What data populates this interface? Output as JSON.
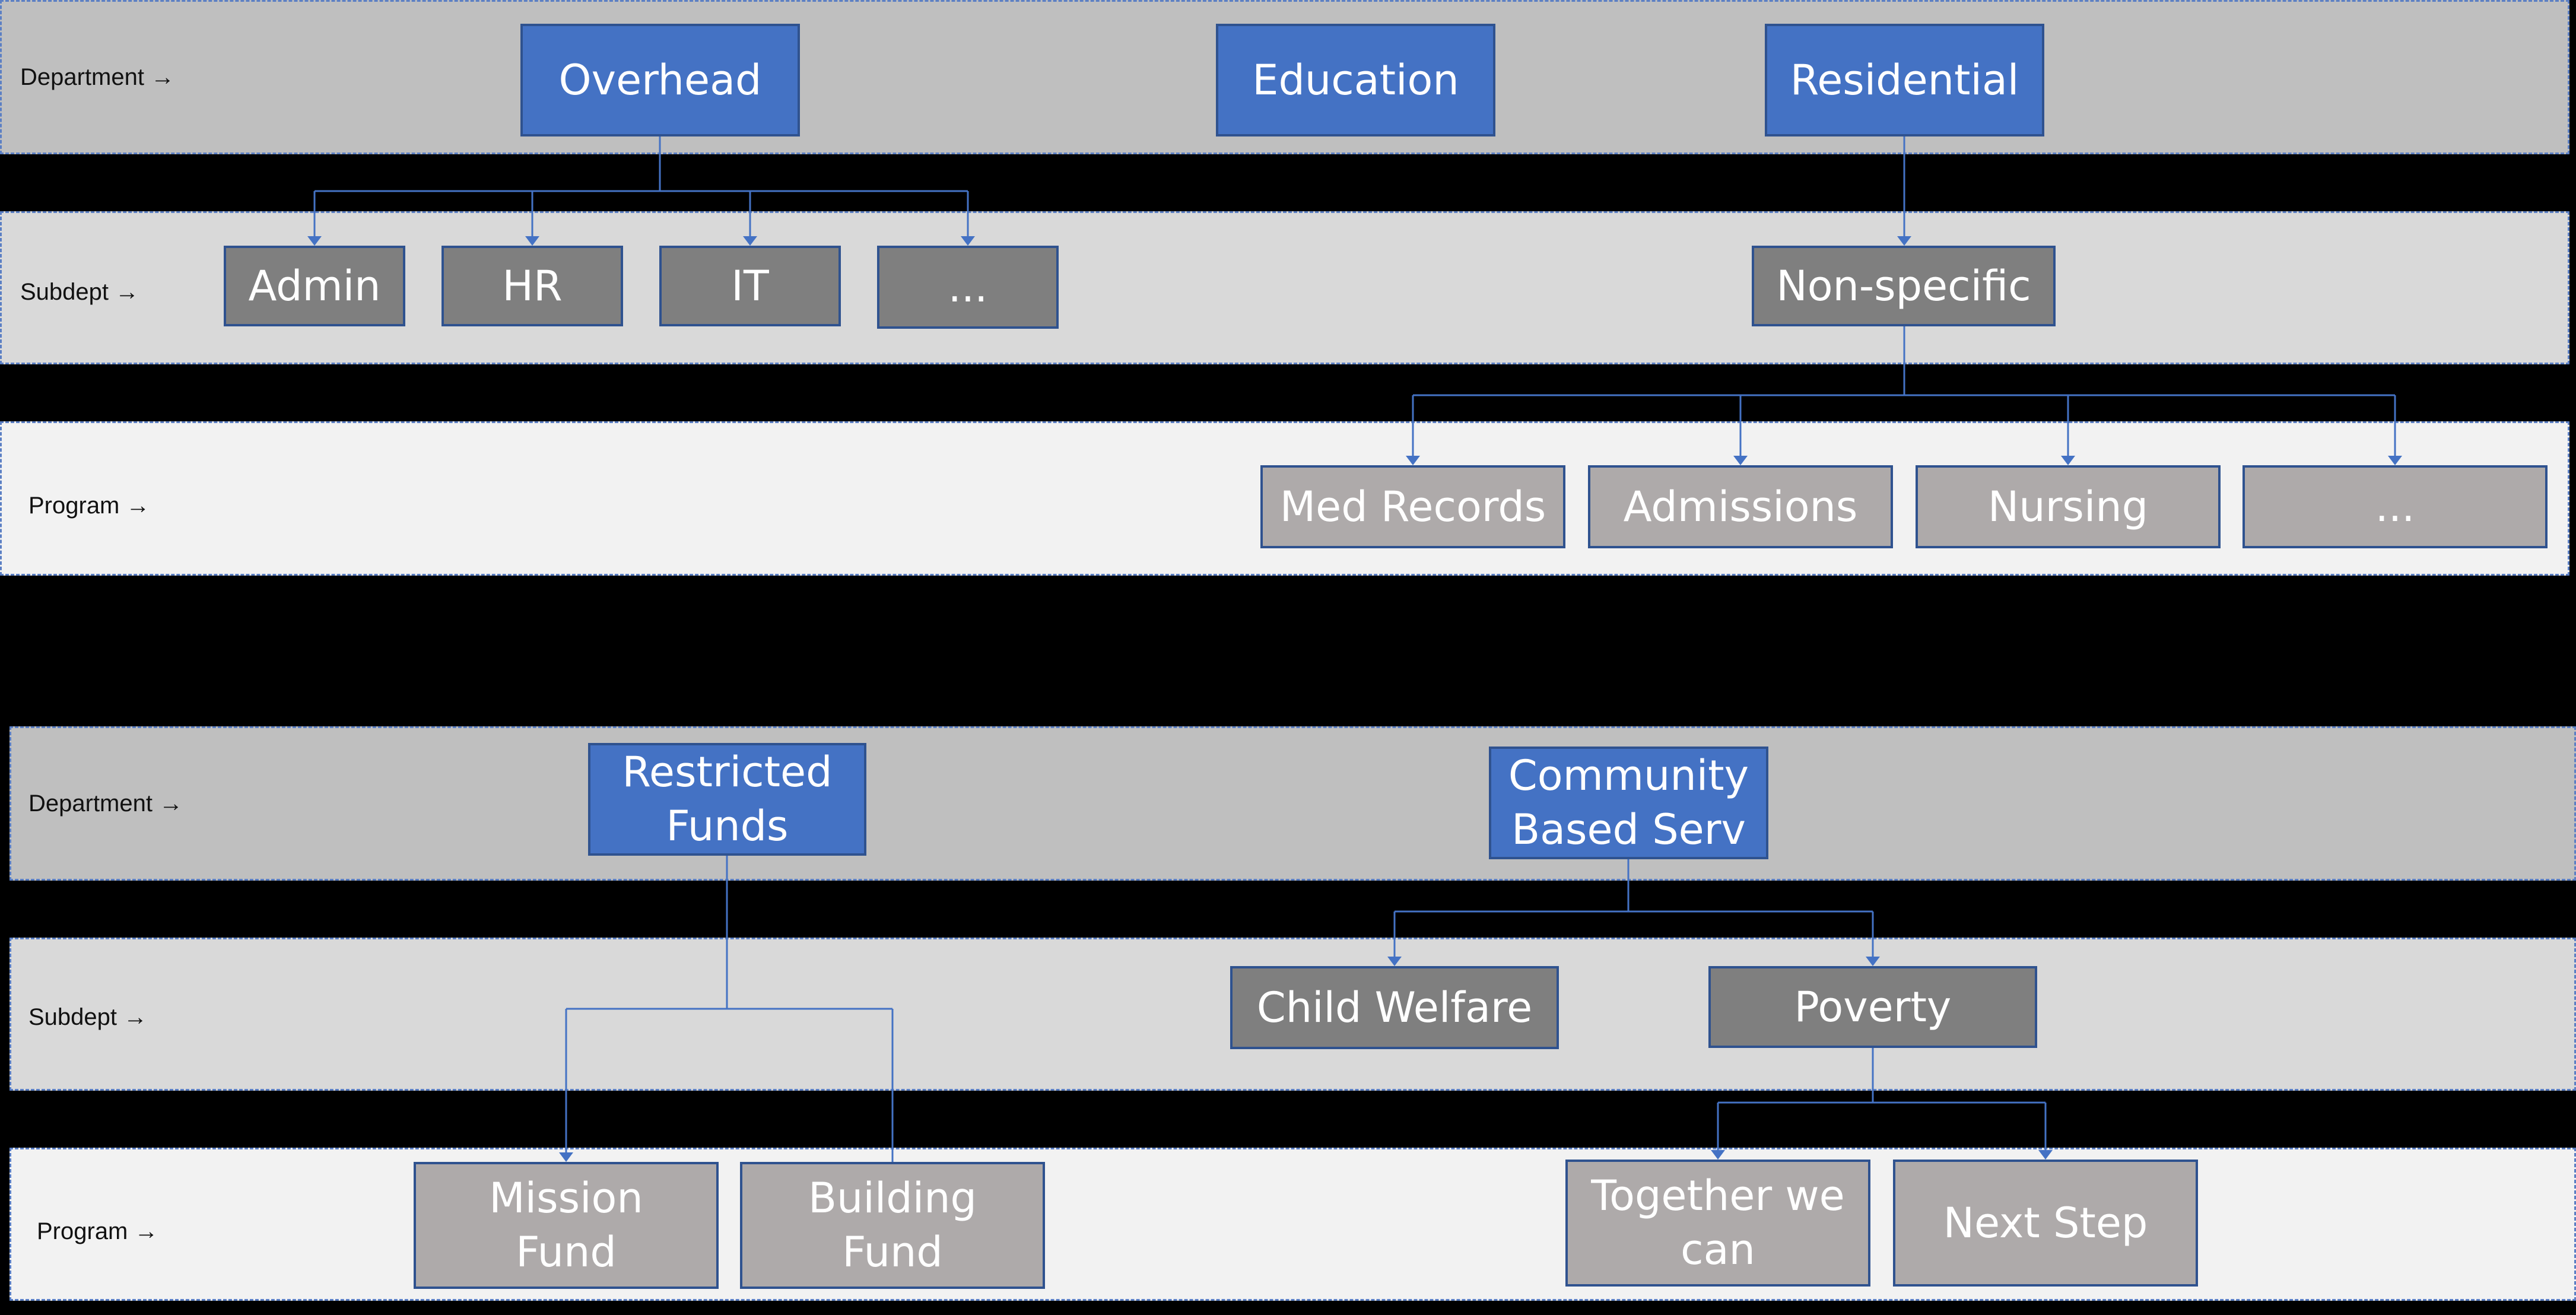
{
  "bands": {
    "d1": {
      "label": "Department →",
      "color": "#bfbfbf"
    },
    "s1": {
      "label": "Subdept →",
      "color": "#d9d9d9"
    },
    "p1": {
      "label": "Program →",
      "color": "#f2f2f2"
    },
    "d2": {
      "label": "Department →",
      "color": "#bfbfbf"
    },
    "s2": {
      "label": "Subdept →",
      "color": "#d9d9d9"
    },
    "p2": {
      "label": "Program →",
      "color": "#f2f2f2"
    }
  },
  "nodes": {
    "overhead": "Overhead",
    "education": "Education",
    "residential": "Residential",
    "admin": "Admin",
    "hr": "HR",
    "it": "IT",
    "ellipsis1": "...",
    "nonspecific": "Non-specific",
    "medrecords": "Med Records",
    "admissions": "Admissions",
    "nursing": "Nursing",
    "ellipsis2": "...",
    "restricted": "Restricted\nFunds",
    "community": "Community\nBased Serv",
    "childwelfare": "Child Welfare",
    "poverty": "Poverty",
    "missionfund": "Mission\nFund",
    "buildingfund": "Building\nFund",
    "together": "Together we\ncan",
    "nextstep": "Next Step"
  },
  "colors": {
    "department_box": "#4472c4",
    "subdept_box": "#7f7f7f",
    "program_box": "#aeaaaa",
    "connector": "#4472c4"
  }
}
